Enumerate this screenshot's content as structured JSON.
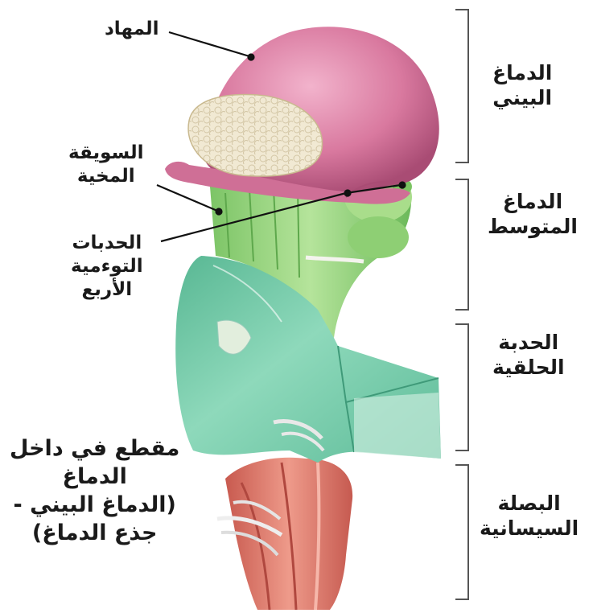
{
  "labels": {
    "thalamus": "المهاد",
    "peduncle": [
      "السويقة",
      "المخية"
    ],
    "colliculi": [
      "الحدبات",
      "التوءمية",
      "الأربع"
    ],
    "diencephalon": [
      "الدماغ",
      "البيني"
    ],
    "midbrain": [
      "الدماغ",
      "المتوسط"
    ],
    "pons": [
      "الحدبة",
      "الحلقية"
    ],
    "medulla": [
      "البصلة",
      "السيسانية"
    ],
    "caption": [
      "مقطع في داخل",
      "الدماغ",
      "(الدماغ البيني -",
      "جذع الدماغ)"
    ]
  },
  "colors": {
    "thalamus": "#d9799f",
    "thalamus_dark": "#b9577f",
    "cortex_cut": "#efe6cf",
    "midbrain": "#93d47d",
    "pons": "#6fc7a6",
    "medulla": "#d97366",
    "bracket": "#555555"
  }
}
